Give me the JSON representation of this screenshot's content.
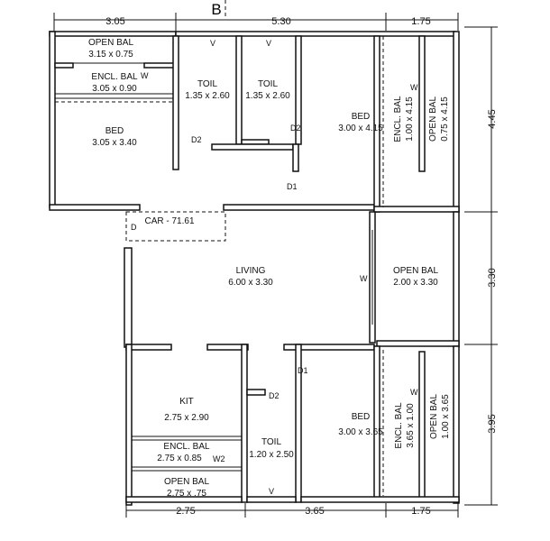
{
  "section_marker": "B",
  "top_dims": [
    "3.05",
    "5.30",
    "1.75"
  ],
  "bottom_dims": [
    "2.75",
    "3.65",
    "1.75"
  ],
  "right_dims": [
    "4.45",
    "3.30",
    "3.95"
  ],
  "rooms": {
    "open_bal_top": {
      "name": "OPEN BAL",
      "size": "3.15 x 0.75"
    },
    "encl_bal_top": {
      "name": "ENCL. BAL",
      "size": "3.05 x 0.90"
    },
    "bed_left": {
      "name": "BED",
      "size": "3.05 x 3.40"
    },
    "toil_1": {
      "name": "TOIL",
      "size": "1.35 x 2.60"
    },
    "toil_2": {
      "name": "TOIL",
      "size": "1.35 x 2.60"
    },
    "bed_top_right": {
      "name": "BED",
      "size": "3.00 x 4.15"
    },
    "encl_bal_right_top": {
      "name": "ENCL. BAL",
      "size": "1.00 x 4.15"
    },
    "open_bal_right_top": {
      "name": "OPEN BAL",
      "size": "0.75 x 4.15"
    },
    "car": {
      "name": "CAR - 71.61"
    },
    "living": {
      "name": "LIVING",
      "size": "6.00 x 3.30"
    },
    "open_bal_mid": {
      "name": "OPEN BAL",
      "size": "2.00 x 3.30"
    },
    "kit": {
      "name": "KIT",
      "size": "2.75 x 2.90"
    },
    "encl_bal_kit": {
      "name": "ENCL. BAL",
      "size": "2.75 x 0.85"
    },
    "open_bal_bottom": {
      "name": "OPEN BAL",
      "size": "2.75 x .75"
    },
    "toil_3": {
      "name": "TOIL",
      "size": "1.20 x 2.50"
    },
    "bed_bottom": {
      "name": "BED",
      "size": "3.00 x 3.65"
    },
    "encl_bal_right_bottom": {
      "name": "ENCL. BAL",
      "size": "3.65 x 1.00"
    },
    "open_bal_right_bottom": {
      "name": "OPEN BAL",
      "size": "1.00 x 3.65"
    }
  },
  "marks": {
    "w": "W",
    "w2": "W2",
    "v": "V",
    "d": "D",
    "d1": "D1",
    "d2": "D2"
  }
}
